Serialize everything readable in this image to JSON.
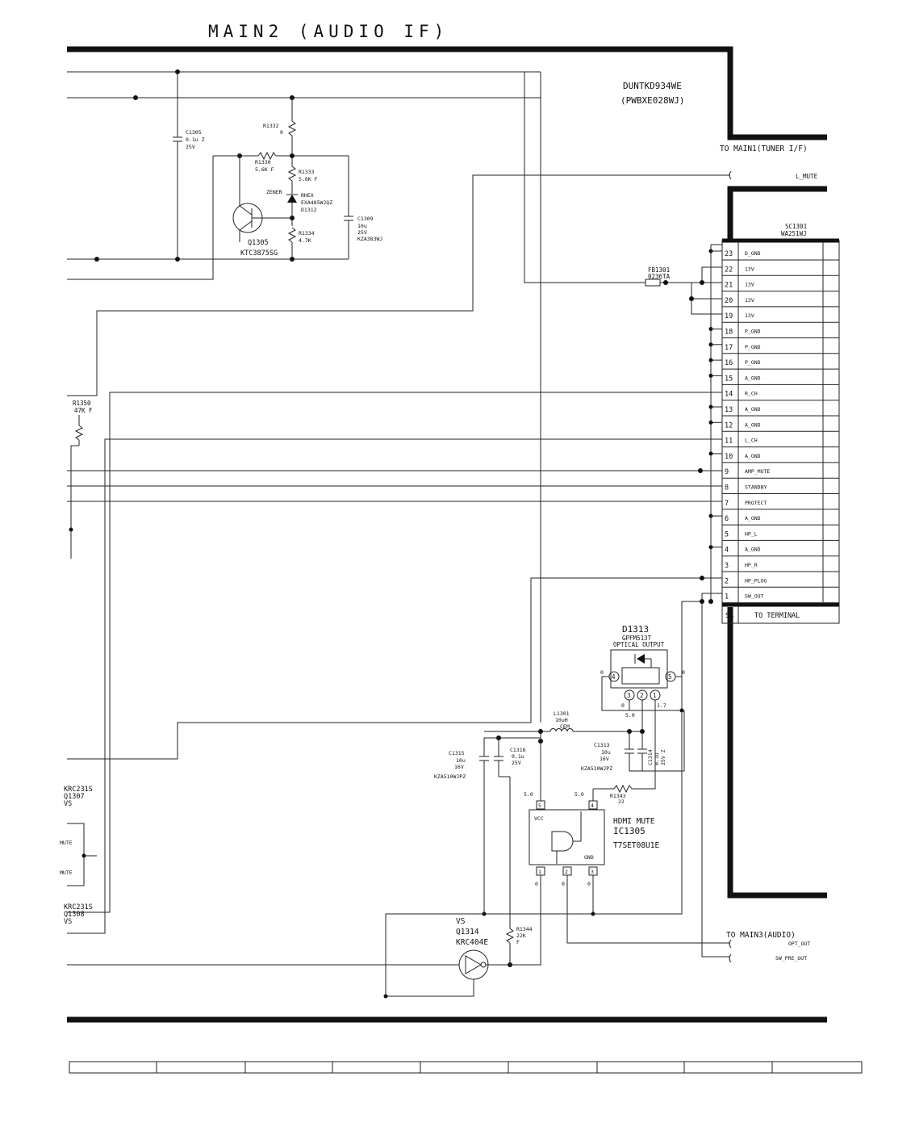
{
  "title": "MAIN2 (AUDIO IF)",
  "board": {
    "name": "DUNTKD934WE",
    "pwb": "(PWBXE028WJ)"
  },
  "connectors_out": {
    "main1": "TO MAIN1(TUNER I/F)",
    "l_mute": "L_MUTE",
    "main3": "TO MAIN3(AUDIO)",
    "opt_out": "OPT_OUT",
    "sw_pre_out": "SW_PRE_OUT"
  },
  "sc1301": {
    "ref": "SC1301",
    "part": "WA251WJ",
    "pins": [
      {
        "n": "23",
        "sig": "D_GND"
      },
      {
        "n": "22",
        "sig": "13V"
      },
      {
        "n": "21",
        "sig": "13V"
      },
      {
        "n": "20",
        "sig": "13V"
      },
      {
        "n": "19",
        "sig": "13V"
      },
      {
        "n": "18",
        "sig": "P_GND"
      },
      {
        "n": "17",
        "sig": "P_GND"
      },
      {
        "n": "16",
        "sig": "P_GND"
      },
      {
        "n": "15",
        "sig": "A_GND"
      },
      {
        "n": "14",
        "sig": "R_CH"
      },
      {
        "n": "13",
        "sig": "A_GND"
      },
      {
        "n": "12",
        "sig": "A_GND"
      },
      {
        "n": "11",
        "sig": "L_CH"
      },
      {
        "n": "10",
        "sig": "A_GND"
      },
      {
        "n": "9",
        "sig": "AMP_MUTE"
      },
      {
        "n": "8",
        "sig": "STANDBY"
      },
      {
        "n": "7",
        "sig": "PROTECT"
      },
      {
        "n": "6",
        "sig": "A_GND"
      },
      {
        "n": "5",
        "sig": "HP_L"
      },
      {
        "n": "4",
        "sig": "A_GND"
      },
      {
        "n": "3",
        "sig": "HP_R"
      },
      {
        "n": "2",
        "sig": "HP_PLUG"
      },
      {
        "n": "1",
        "sig": "SW_OUT"
      }
    ],
    "footer_left": "SA",
    "footer_right": "TO TERMINAL"
  },
  "components": {
    "c1305": [
      "C1305",
      "0.1u Z",
      "25V"
    ],
    "r1332": [
      "R1332",
      "0"
    ],
    "r1330": [
      "R1330",
      "5.6K F"
    ],
    "r1333": [
      "R1333",
      "5.6K F"
    ],
    "zener": "ZENER",
    "d1312": [
      "RHEX",
      "EXA485WJQZ",
      "D1312"
    ],
    "c1309": [
      "C1309",
      "10u",
      "25V",
      "KZA383WJ"
    ],
    "r1334": [
      "R1334",
      "4.7K"
    ],
    "q1305": [
      "Q1305",
      "KTC3875SG"
    ],
    "fb1301": [
      "FB1301",
      "0236TA"
    ],
    "r1350": [
      "R1350",
      "47K F"
    ],
    "d1313": [
      "D1313",
      "GPFM513T",
      "OPTICAL OUTPUT"
    ],
    "l1301": [
      "L1301",
      "10uH",
      "CEM"
    ],
    "c1315": [
      "C1315",
      "10u",
      "16V",
      "KZA510WJPZ"
    ],
    "c1316": [
      "C1316",
      "0.1u",
      "25V"
    ],
    "c1313": [
      "C1313",
      "10u",
      "16V",
      "KZA510WJPZ"
    ],
    "c1314": [
      "C1314",
      "0.1u",
      "25V Z"
    ],
    "r1343": [
      "R1343",
      "22"
    ],
    "ic1305": [
      "HDMI MUTE",
      "IC1305",
      "T7SET08U1E"
    ],
    "ic_pins": {
      "vcc": "VCC",
      "gnd": "GND",
      "p1": "1",
      "p2": "2",
      "p3": "3",
      "p4": "4",
      "p5": "5"
    },
    "q1314": [
      "VS",
      "Q1314",
      "KRC404E"
    ],
    "r1344": [
      "R1344",
      "22K",
      "F"
    ],
    "q1307": [
      "KRC231S",
      "Q1307",
      "VS"
    ],
    "q1308": [
      "KRC231S",
      "Q1308",
      "VS"
    ],
    "mute1": "MUTE",
    "mute2": "MUTE"
  },
  "voltages": {
    "v50a": "5.0",
    "v50b": "5.0",
    "v50c": "5.0",
    "v0_pin4": "0",
    "v0_pin5": "0",
    "v0_pin3": "0",
    "v17": "1.7",
    "v0_ic1": "0",
    "v0_ic2": "0",
    "v0_ic3": "0"
  },
  "d1313_pins": [
    "4",
    "3",
    "2",
    "1",
    "5"
  ]
}
